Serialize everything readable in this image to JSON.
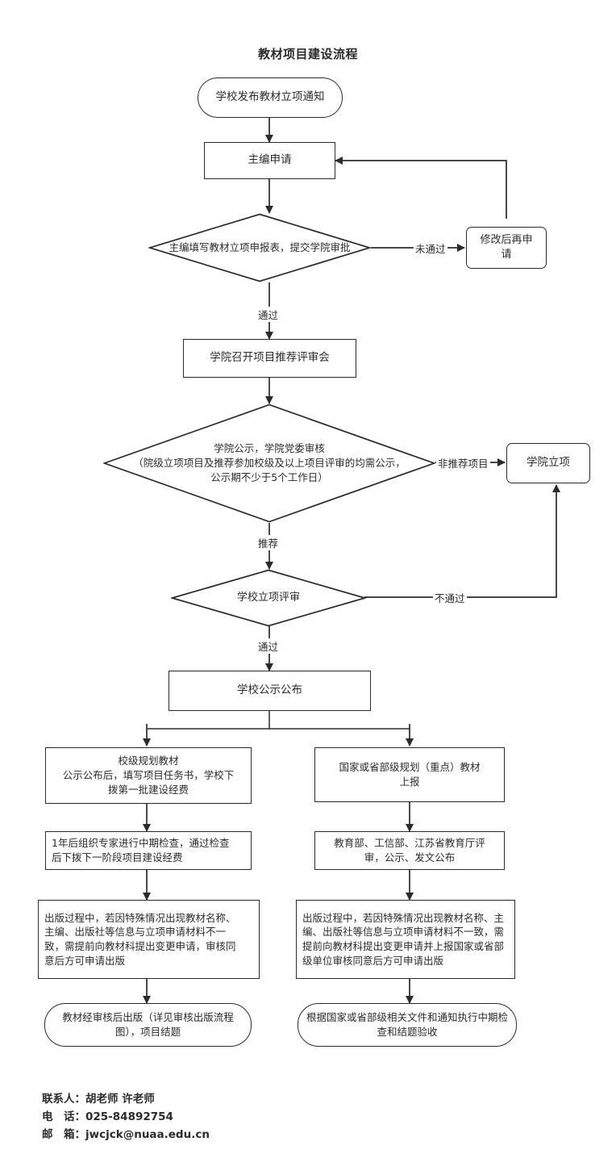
{
  "title": "教材项目建设流程",
  "nodes": {
    "start_notice": {
      "label": "学校发布教材立项通知",
      "shape": "rounded"
    },
    "editor_apply": {
      "label": "主编申请",
      "shape": "rect"
    },
    "fill_form_decision": {
      "label": "主编填写教材立项申报表，提交学院审批",
      "shape": "diamond"
    },
    "revise_reapply": {
      "label": "修改后再申\n请",
      "shape": "rounded-sm"
    },
    "college_meeting": {
      "label": "学院召开项目推荐评审会",
      "shape": "rect"
    },
    "college_publicity_decision": {
      "label": "学院公示，学院党委审核\n（院级立项项目及推荐参加校级及以上项目评审的均需公示，\n公示期不少于5个工作日）",
      "shape": "diamond"
    },
    "college_project": {
      "label": "学院立项",
      "shape": "rounded-sm"
    },
    "school_review_decision": {
      "label": "学校立项评审",
      "shape": "diamond"
    },
    "school_publicity": {
      "label": "学校公示公布",
      "shape": "rect"
    },
    "school_level_textbook": {
      "label": "校级规划教材\n公示公布后，填写项目任务书，学校下\n拨第一批建设经费",
      "shape": "rect"
    },
    "national_level_textbook": {
      "label": "国家或省部级规划（重点）教材\n上报",
      "shape": "rect"
    },
    "midterm_check_left": {
      "label": "1年后组织专家进行中期检查，通过检查\n后下拨下一阶段项目建设经费",
      "shape": "rect"
    },
    "ministry_review_right": {
      "label": "教育部、工信部、江苏省教育厅评\n审，公示、发文公布",
      "shape": "rect"
    },
    "change_apply_left": {
      "label": "出版过程中，若因特殊情况出现教材名称、\n主编、出版社等信息与立项申请材料不一\n致，需提前向教材科提出变更申请，审核同\n意后方可申请出版",
      "shape": "rect"
    },
    "change_apply_right": {
      "label": "出版过程中，若因特殊情况出现教材名称、主\n编、出版社等信息与立项申请材料不一致，需\n提前向教材科提出变更申请并上报国家或省部\n级单位审核同意后方可申请出版",
      "shape": "rect"
    },
    "end_left": {
      "label": "教材经审核后出版（详见审核出版流程\n图），项目结题",
      "shape": "rounded"
    },
    "end_right": {
      "label": "根据国家或省部级相关文件和通知执行中期检\n查和结题验收",
      "shape": "rounded"
    }
  },
  "edge_labels": {
    "not_passed_1": "未通过",
    "passed_1": "通过",
    "not_recommended": "非推荐项目",
    "recommended": "推荐",
    "not_passed_2": "不通过",
    "passed_2": "通过"
  },
  "footer": {
    "contact_line": "联系人：胡老师 许老师",
    "phone_line": "电　话：025-84892754",
    "email_line": "邮　箱：jwcjck@nuaa.edu.cn"
  },
  "colors": {
    "stroke": "#2b2b2b",
    "background": "#ffffff",
    "text": "#2b2b2b"
  }
}
